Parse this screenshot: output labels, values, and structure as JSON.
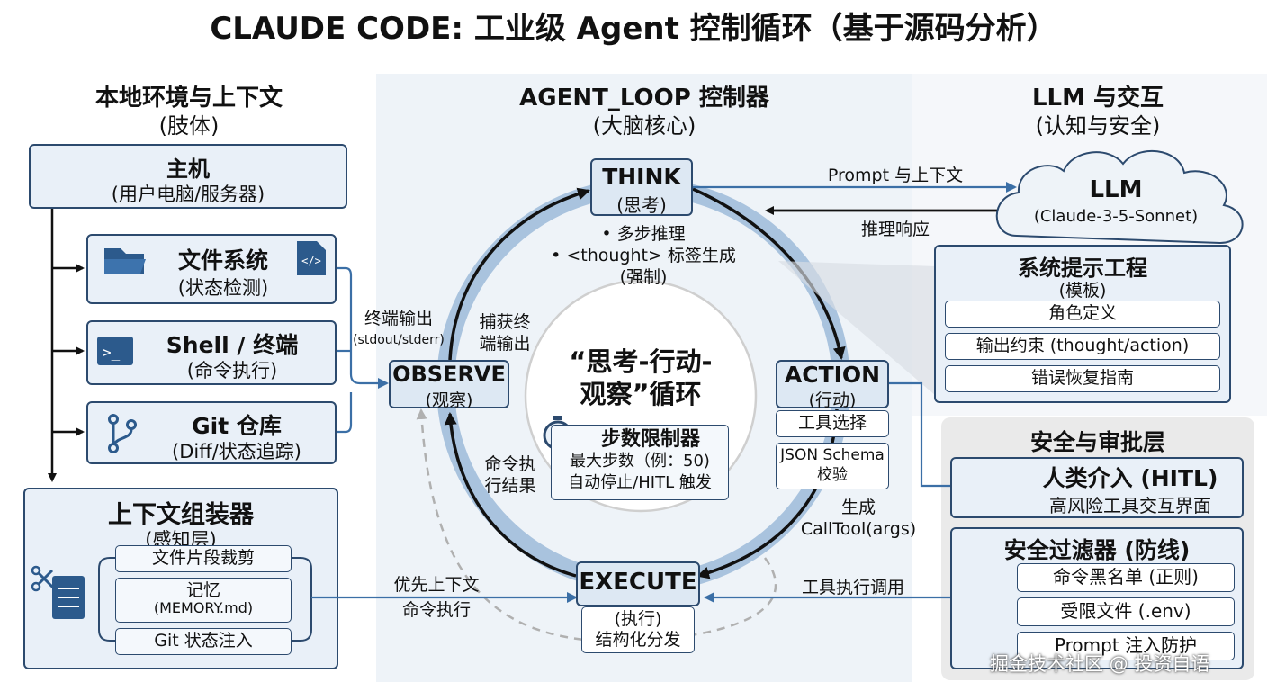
{
  "title": "CLAUDE CODE: 工业级 Agent 控制循环（基于源码分析）",
  "left": {
    "heading": "本地环境与上下文",
    "subheading": "(肢体)",
    "host": {
      "title": "主机",
      "subtitle": "(用户电脑/服务器)"
    },
    "modules": [
      {
        "title": "文件系统",
        "subtitle": "(状态检测)"
      },
      {
        "title": "Shell / 终端",
        "subtitle": "(命令执行)"
      },
      {
        "title": "Git 仓库",
        "subtitle": "(Diff/状态追踪)"
      }
    ],
    "assembler": {
      "title": "上下文组装器",
      "subtitle": "(感知层)",
      "items": [
        "文件片段裁剪",
        "记忆",
        "(MEMORY.md)",
        "Git 状态注入"
      ]
    }
  },
  "middle": {
    "heading": "AGENT_LOOP 控制器",
    "subheading": "(大脑核心)",
    "think": {
      "title": "THINK",
      "subtitle": "(思考)",
      "notes": [
        "• 多步推理",
        "• <thought> 标签生成",
        "(强制)"
      ]
    },
    "action": {
      "title": "ACTION",
      "subtitle": "(行动)",
      "items": [
        "工具选择",
        "JSON Schema",
        "校验"
      ]
    },
    "execute": {
      "title": "EXECUTE",
      "subtitle": "(执行)",
      "note": "结构化分发"
    },
    "observe": {
      "title": "OBSERVE",
      "subtitle": "(观察)"
    },
    "center": {
      "line1": "“思考-行动-",
      "line2": "观察”循环",
      "limiter_title": "步数限制器",
      "limiter_line1": "最大步数（例：50)",
      "limiter_line2": "自动停止/HITL 触发"
    },
    "labels": {
      "capture1": "捕获终",
      "capture2": "端输出",
      "cmd_result1": "命令执",
      "cmd_result2": "行结果",
      "gen1": "生成",
      "gen2": "CallTool(args)",
      "term_out": "终端输出",
      "term_out2": "(stdout/stderr)",
      "priority1": "优先上下文",
      "priority2": "命令执行",
      "tool_call": "工具执行调用"
    }
  },
  "right": {
    "heading": "LLM 与交互",
    "subheading": "(认知与安全)",
    "llm": {
      "title": "LLM",
      "model": "(Claude-3-5-Sonnet)"
    },
    "prompt_label": "Prompt 与上下文",
    "response_label": "推理响应",
    "sys_prompt": {
      "title": "系统提示工程",
      "subtitle": "(模板)",
      "items": [
        "角色定义",
        "输出约束 (thought/action)",
        "错误恢复指南"
      ]
    },
    "security": {
      "heading": "安全与审批层",
      "hitl": {
        "title": "人类介入 (HITL)",
        "subtitle": "高风险工具交互界面"
      },
      "filter": {
        "title": "安全过滤器 (防线)",
        "items": [
          "命令黑名单 (正则)",
          "受限文件 (.env)",
          "Prompt 注入防护"
        ]
      }
    }
  },
  "watermark": "掘金技术社区 @ 投资自语",
  "colors": {
    "navy": "#2c4a6e",
    "ring": "#a9c3de",
    "box_fill": "#e9f0f8",
    "arrow_blue": "#3b6fa6"
  }
}
